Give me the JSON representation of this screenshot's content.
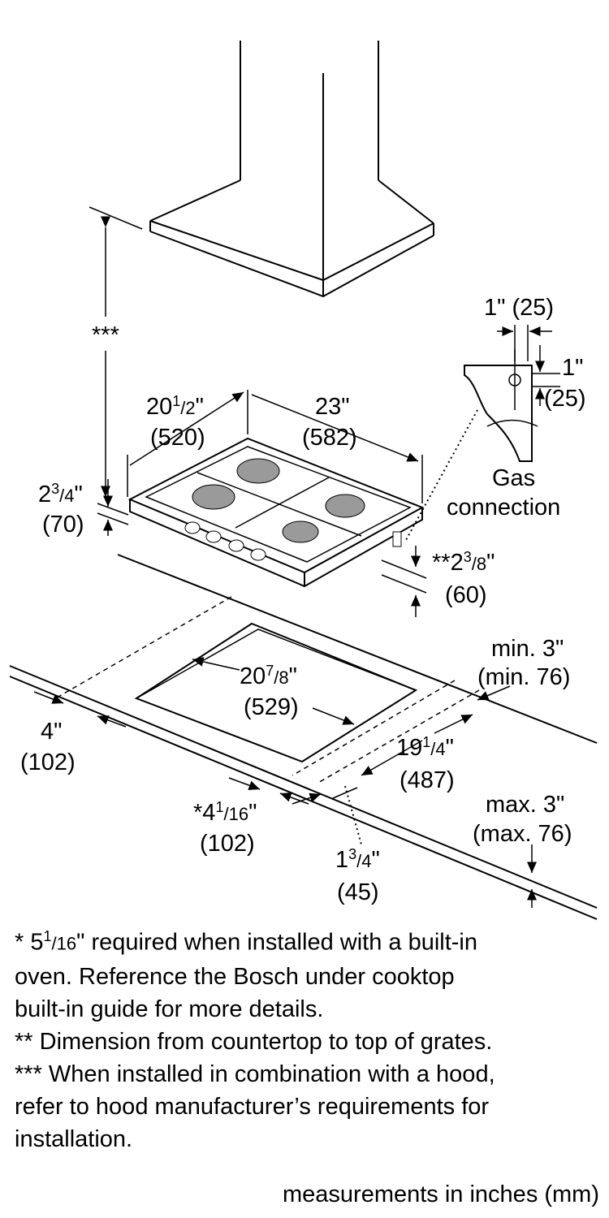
{
  "hood_clearance": {
    "label": "***"
  },
  "cooktop_depth": {
    "whole": "20",
    "num": "1",
    "den": "2",
    "unit": "\"",
    "mm": "(520)"
  },
  "cooktop_width": {
    "text": "23\"",
    "mm": "(582)"
  },
  "gas_offset_h": {
    "text": "1\" (25)"
  },
  "gas_offset_v": {
    "text": "1\"",
    "mm": "(25)"
  },
  "gas_connection": {
    "line1": "Gas",
    "line2": "connection"
  },
  "cooktop_height": {
    "whole": "2",
    "num": "3",
    "den": "4",
    "unit": "\"",
    "mm": "(70)"
  },
  "grate_height": {
    "prefix": "**",
    "whole": "2",
    "num": "3",
    "den": "8",
    "unit": "\"",
    "mm": "(60)"
  },
  "min_rear": {
    "text": "min. 3\"",
    "mm": "(min. 76)"
  },
  "cutout_width": {
    "whole": "20",
    "num": "7",
    "den": "8",
    "unit": "\"",
    "mm": "(529)"
  },
  "side_clearance": {
    "text": "4\"",
    "mm": "(102)"
  },
  "cutout_depth": {
    "whole": "19",
    "num": "1",
    "den": "4",
    "unit": "\"",
    "mm": "(487)"
  },
  "max_front": {
    "text": "max. 3\"",
    "mm": "(max. 76)"
  },
  "front_clearance": {
    "prefix": "*",
    "whole": "4",
    "num": "1",
    "den": "16",
    "unit": "\"",
    "mm": "(102)"
  },
  "gas_front": {
    "whole": "1",
    "num": "3",
    "den": "4",
    "unit": "\"",
    "mm": "(45)"
  },
  "notes": [
    {
      "a": "* 5",
      "num": "1",
      "den": "16",
      "b": "\" required when installed with a built-in"
    },
    {
      "text": "oven. Reference the Bosch under cooktop"
    },
    {
      "text": "built-in guide for more details."
    },
    {
      "text": "** Dimension from countertop to top of grates."
    },
    {
      "text": "*** When installed in combination with a hood,"
    },
    {
      "text": "refer to hood manufacturer’s requirements for"
    },
    {
      "text": "installation."
    }
  ],
  "footer": "measurements in inches (mm)",
  "colors": {
    "burner": "#9a9a9a",
    "line": "#000000"
  }
}
